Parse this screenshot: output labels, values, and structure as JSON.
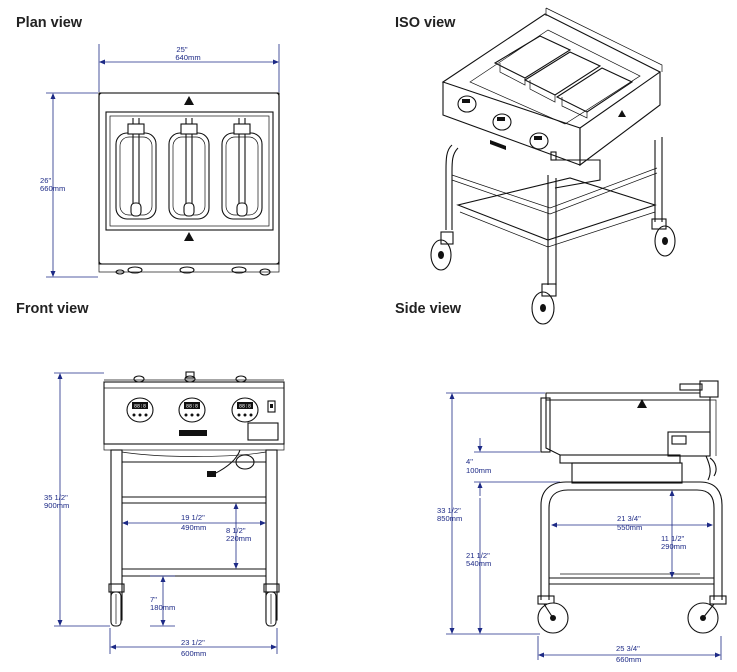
{
  "views": {
    "plan": {
      "title": "Plan view",
      "width_in": "25\"",
      "width_mm": "640mm",
      "depth_in": "26\"",
      "depth_mm": "660mm"
    },
    "iso": {
      "title": "ISO view"
    },
    "front": {
      "title": "Front view",
      "height_in": "35 1/2\"",
      "height_mm": "900mm",
      "inner_width_in": "19 1/2\"",
      "inner_width_mm": "490mm",
      "shelf_gap_in": "8 1/2\"",
      "shelf_gap_mm": "220mm",
      "lower_shelf_in": "7\"",
      "lower_shelf_mm": "180mm",
      "base_width_in": "23 1/2\"",
      "base_width_mm": "600mm"
    },
    "side": {
      "title": "Side view",
      "overall_height_in": "33 1/2\"",
      "overall_height_mm": "850mm",
      "top_section_in": "4\"",
      "top_section_mm": "100mm",
      "frame_height_in": "21 1/2\"",
      "frame_height_mm": "540mm",
      "inner_depth_in": "21 3/4\"",
      "inner_depth_mm": "550mm",
      "inner_height_in": "11 1/2\"",
      "inner_height_mm": "290mm",
      "base_depth_in": "25 3/4\"",
      "base_depth_mm": "660mm"
    }
  },
  "colors": {
    "dimension": "#1d2a86",
    "outline": "#111111",
    "background": "#ffffff"
  },
  "icons": [
    "warning-triangle-icon",
    "caster-wheel-icon",
    "power-cord-icon"
  ]
}
